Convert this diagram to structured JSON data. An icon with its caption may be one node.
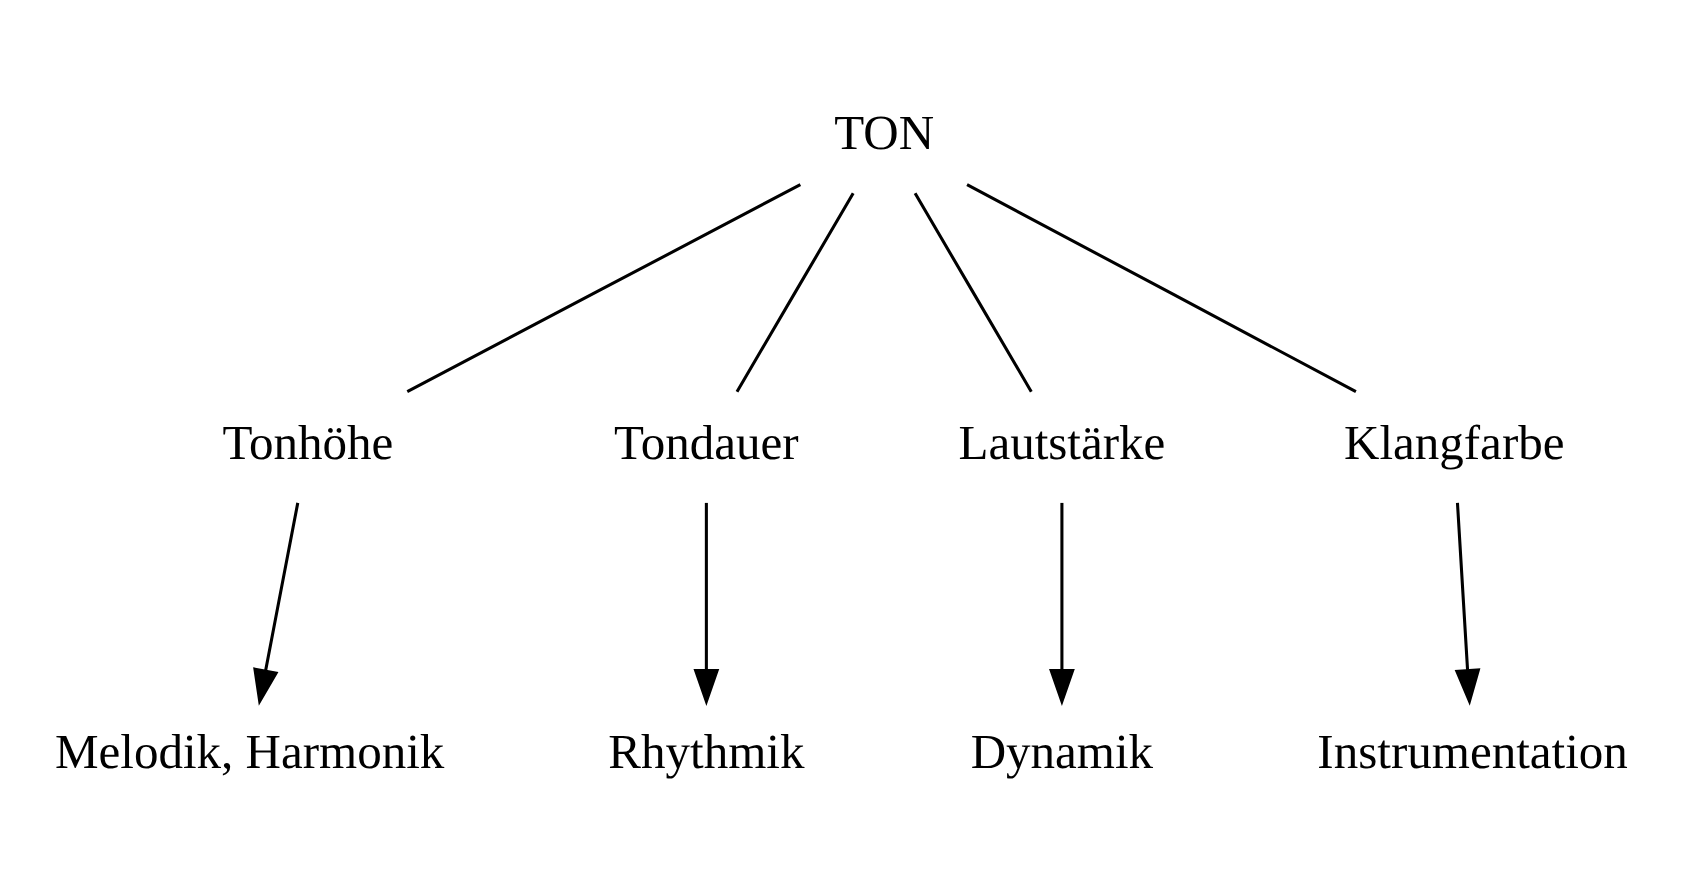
{
  "diagram": {
    "nodes": [
      {
        "text": [
          "TON"
        ]
      },
      {
        "text": [
          "Tonhöhe"
        ]
      },
      {
        "text": [
          "Tondauer"
        ]
      },
      {
        "text": [
          "Lautstärke"
        ]
      },
      {
        "text": [
          "Klangfarbe"
        ]
      },
      {
        "text": [
          "Melodik, Harmonik"
        ]
      },
      {
        "text": [
          "Rhythmik"
        ]
      },
      {
        "text": [
          "Dynamik"
        ]
      },
      {
        "text": [
          "Instrumentation"
        ]
      }
    ],
    "edges": [
      {
        "from": 0,
        "to": 1,
        "arrow": "none"
      },
      {
        "from": 0,
        "to": 2,
        "arrow": "none"
      },
      {
        "from": 0,
        "to": 3,
        "arrow": "none"
      },
      {
        "from": 0,
        "to": 4,
        "arrow": "none"
      },
      {
        "from": 1,
        "to": 5,
        "arrow": "to"
      },
      {
        "from": 2,
        "to": 6,
        "arrow": "to"
      },
      {
        "from": 3,
        "to": 7,
        "arrow": "to"
      },
      {
        "from": 4,
        "to": 8,
        "arrow": "to"
      }
    ]
  }
}
